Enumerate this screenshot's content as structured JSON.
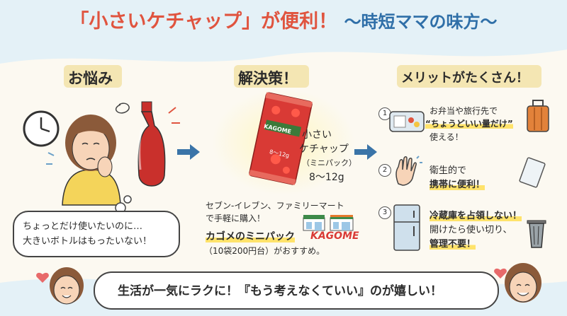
{
  "title": {
    "prefix": "「",
    "highlight": "小さいケチャップ",
    "mid": "」が便利！",
    "sub": "～時短ママの味方～"
  },
  "sections": {
    "worry": {
      "heading": "お悩み",
      "bubble_line1": "ちょっとだけ使いたいのに…",
      "bubble_line2": "大きいボトルはもったいない！"
    },
    "solution": {
      "heading": "解決策！",
      "product_line1": "小さい",
      "product_line2": "ケチャップ",
      "product_line3": "（ミニパック）",
      "product_line4": "8～12g",
      "packet_brand": "KAGOME",
      "packet_label": "8～12g",
      "stores_line1": "セブン-イレブン、ファミリーマート",
      "stores_line2": "で手軽に購入！",
      "kagome_line": "カゴメのミニパック",
      "kagome_logo": "KAGOME",
      "price_line": "（10袋200円台）がおすすめ。"
    },
    "merits": {
      "heading": "メリットがたくさん！",
      "items": [
        {
          "num": "1",
          "line1": "お弁当や旅行先で",
          "line2": "“ちょうどいい量だけ”",
          "line3": "使える！"
        },
        {
          "num": "2",
          "line1": "衛生的で",
          "line2": "携帯に便利！"
        },
        {
          "num": "3",
          "line1": "冷蔵庫を占領しない！",
          "line2": "開けたら使い切り、",
          "line3": "管理不要！"
        }
      ]
    }
  },
  "footer": {
    "text": "生活が一気にラクに！『もう考えなくていい』のが嬉しい！"
  },
  "colors": {
    "accent_red": "#e0543f",
    "accent_blue": "#2f6fa8",
    "highlight_yellow": "#ffe36b",
    "ketchup_red": "#c9302c"
  }
}
